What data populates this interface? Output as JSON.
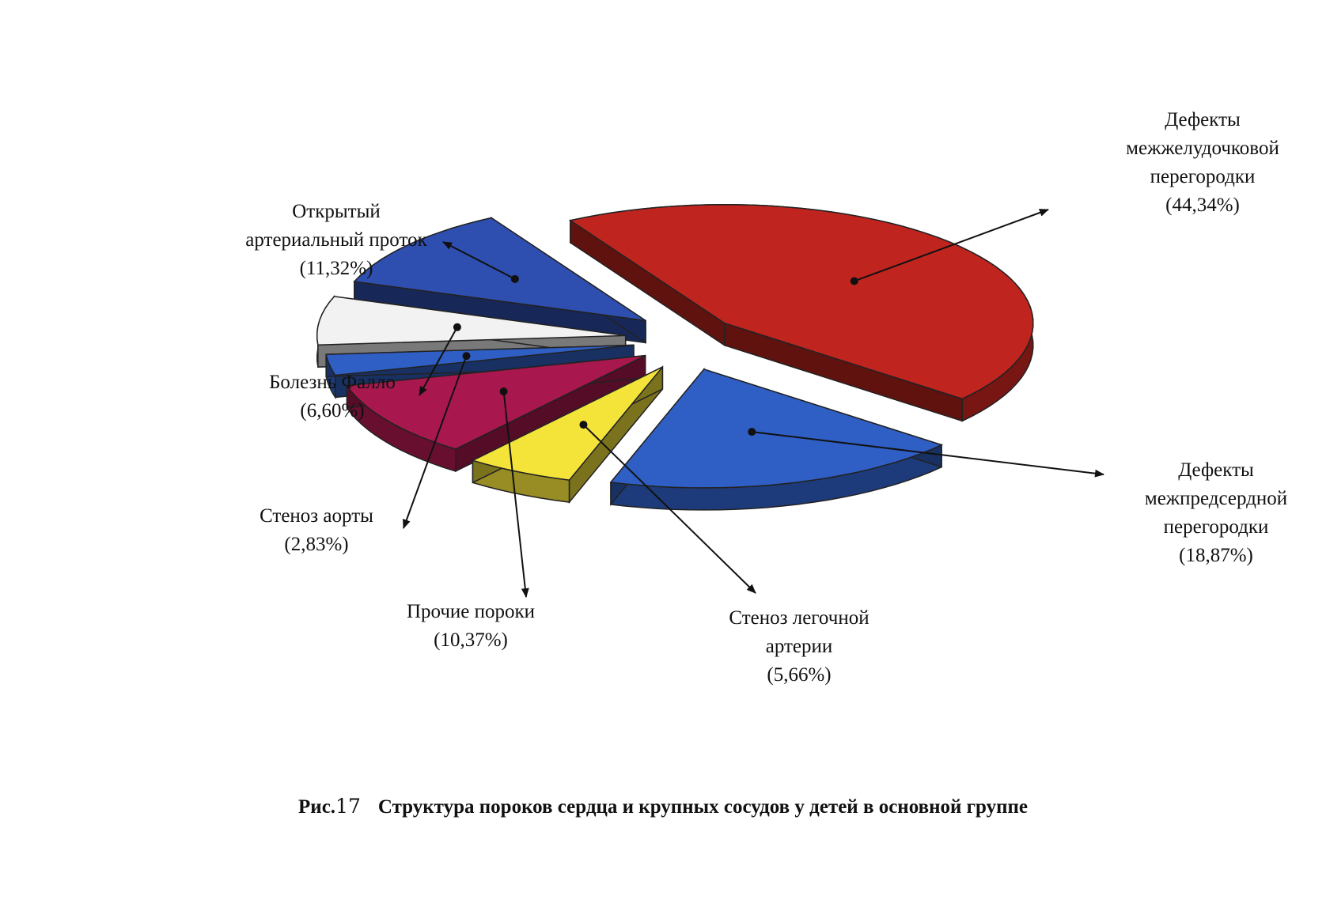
{
  "chart_data": {
    "type": "pie",
    "style": "3d-exploded",
    "slices": [
      {
        "label_lines": [
          "Дефекты",
          "межжелудочковой",
          "перегородки"
        ],
        "value_text": "(44,34%)",
        "value": 44.34,
        "color": "#c0241e"
      },
      {
        "label_lines": [
          "Дефекты",
          "межпредсердной",
          "перегородки"
        ],
        "value_text": "(18,87%)",
        "value": 18.87,
        "color": "#2f5fc4"
      },
      {
        "label_lines": [
          "Стеноз легочной",
          "артерии"
        ],
        "value_text": "(5,66%)",
        "value": 5.66,
        "color": "#f4e43a"
      },
      {
        "label_lines": [
          "Прочие пороки"
        ],
        "value_text": "(10,37%)",
        "value": 10.37,
        "color": "#a8184e"
      },
      {
        "label_lines": [
          "Стеноз аорты"
        ],
        "value_text": "(2,83%)",
        "value": 2.83,
        "color": "#2f5fc4"
      },
      {
        "label_lines": [
          "Болезнь Фалло"
        ],
        "value_text": "(6,60%)",
        "value": 6.6,
        "color": "#f2f2f2"
      },
      {
        "label_lines": [
          "Открытый",
          "артериальный проток"
        ],
        "value_text": "(11,32%)",
        "value": 11.32,
        "color": "#2e4fb0"
      }
    ]
  },
  "caption": {
    "prefix": "Рис.",
    "number": "17",
    "text": "Структура пороков сердца и крупных сосудов у детей в основной группе"
  }
}
